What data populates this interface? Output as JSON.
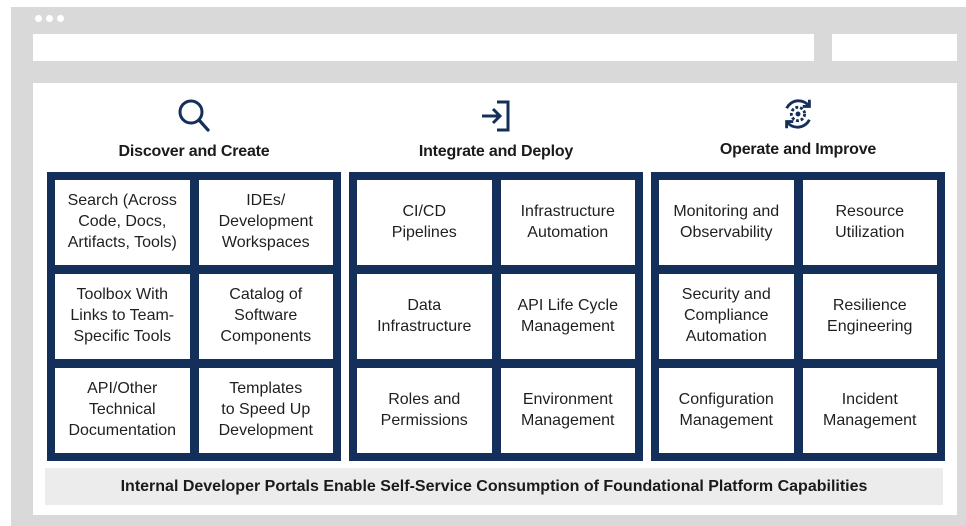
{
  "columns": [
    {
      "icon": "search-icon",
      "title": "Discover and Create",
      "items": [
        "Search (Across\nCode, Docs,\nArtifacts, Tools)",
        "IDEs/\nDevelopment\nWorkspaces",
        "Toolbox With\nLinks to Team-\nSpecific Tools",
        "Catalog of\nSoftware\nComponents",
        "API/Other\nTechnical\nDocumentation",
        "Templates\nto Speed Up\nDevelopment"
      ]
    },
    {
      "icon": "sign-in-arrow-icon",
      "title": "Integrate and Deploy",
      "items": [
        "CI/CD\nPipelines",
        "Infrastructure\nAutomation",
        "Data\nInfrastructure",
        "API Life Cycle\nManagement",
        "Roles and\nPermissions",
        "Environment\nManagement"
      ]
    },
    {
      "icon": "gear-refresh-icon",
      "title": "Operate and Improve",
      "items": [
        "Monitoring and\nObservability",
        "Resource\nUtilization",
        "Security and\nCompliance\nAutomation",
        "Resilience\nEngineering",
        "Configuration\nManagement",
        "Incident\nManagement"
      ]
    }
  ],
  "footer": "Internal Developer Portals Enable Self-Service Consumption of Foundational Platform Capabilities",
  "colors": {
    "panel": "#14305a",
    "icon": "#14305a",
    "frame": "#d9d9d9",
    "footer_bg": "#ececec"
  }
}
